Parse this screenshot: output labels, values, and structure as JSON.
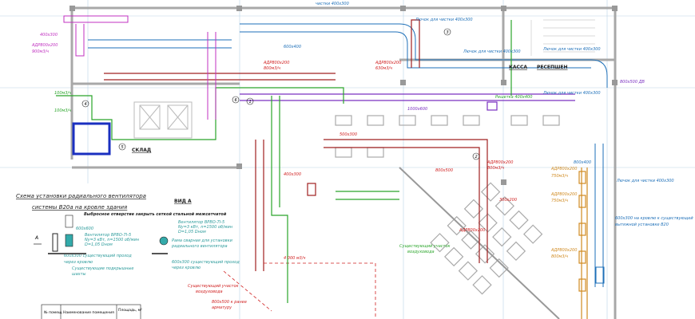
{
  "colors": {
    "wall": "#a8a8a8",
    "supply": "#d02020",
    "exhaust_blue": "#1d6fb8",
    "green": "#2aa52a",
    "magenta": "#c030c0",
    "orange": "#d08a20",
    "purple": "#7a30c0"
  },
  "scheme": {
    "title_line1": "Схема установки радиального вентилятора",
    "title_line2": "системы В20а на кровле здания",
    "view_label": "ВИД А",
    "arrow_label": "А",
    "grille_note": "Выбросное отверстие закрыть сеткой стальной межсетчатой",
    "fan_note_1": "Вентилятор ВРВО-7I-5",
    "fan_note_2": "Nу=3 кВт, n=1500 об/мин",
    "fan_note_3": "D=1,05 Dном",
    "duct_600x600": "600х600",
    "passage_1": "600х300 существующий проход",
    "passage_2": "через кровлю",
    "shafts_1": "Существующие подкрышные",
    "shafts_2": "шахты",
    "frame_1": "Рама сварная для установки",
    "frame_2": "радиального вентилятора"
  },
  "table": {
    "headers": [
      "№ помещ.",
      "Наименование помещения",
      "Площадь, м²"
    ]
  },
  "rooms": {
    "kassa": "КАССА",
    "reception": "РЕСЕПШЕН",
    "sklad": "СКЛАД"
  },
  "room_numbers": [
    "1",
    "2",
    "3",
    "4",
    "5",
    "6"
  ],
  "labels": {
    "hatch": "Лючок для чистки 400х300",
    "hatch_top": "чистки 400х300",
    "roof_exhaust_1": "600х300 на кровлю к существующей",
    "roof_exhaust_2": "вытяжной установке В20",
    "existing_red_1": "Существующий участок",
    "existing_red_2": "воздуховода",
    "to_fitting_1": "800х500 к ранее",
    "to_fitting_2": "арматуру",
    "airflow_main": "4 000 м3/ч",
    "existing_green_1": "Существующий участок",
    "existing_green_2": "воздуховода",
    "adr": "АДР800х200",
    "flow800": "800м3/ч",
    "flow750": "750м3/ч",
    "flow900": "900м3/ч",
    "flow630": "630м3/ч",
    "flow100": "100м3/ч",
    "d800x400": "800х400",
    "d600x400": "600х400",
    "d500x300": "500х300",
    "d400x300": "400х300",
    "d300x200": "300х200",
    "d1000x600": "1000х600",
    "d800x500": "800х500",
    "vent_dv": "800х500 ДВ",
    "recirc": "Решетка 400х400"
  }
}
